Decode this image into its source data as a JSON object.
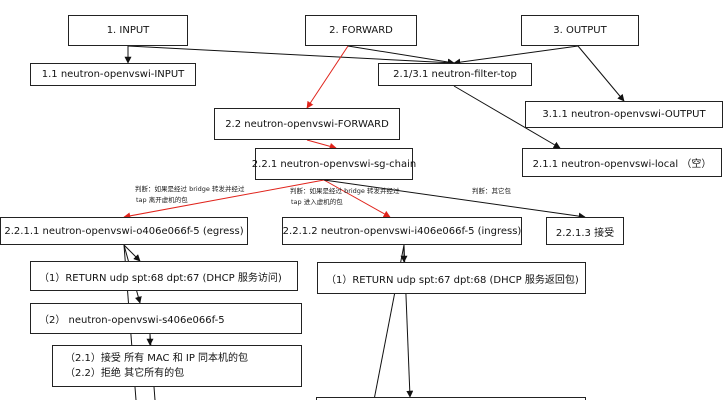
{
  "nodes": {
    "input": "1.   INPUT",
    "forward": "2. FORWARD",
    "output": "3. OUTPUT",
    "n1_1": "1.1 neutron-openvswi-INPUT",
    "n2_1_3_1": "2.1/3.1 neutron-filter-top",
    "n3_1_1": "3.1.1 neutron-openvswi-OUTPUT",
    "n2_2": "2.2 neutron-openvswi-FORWARD",
    "n2_1_1": "2.1.1 neutron-openvswi-local （空）",
    "n2_2_1": "2.2.1 neutron-openvswi-sg-chain",
    "n2_2_1_1": "2.2.1.1 neutron-openvswi-o406e066f-5 (egress)",
    "n2_2_1_2": "2.2.1.2 neutron-openvswi-i406e066f-5 (ingress)",
    "n2_2_1_3": "2.2.1.3  接受",
    "e1": "（1）RETURN udp spt:68 dpt:67 (DHCP 服务访问)",
    "e2": "（2） neutron-openvswi-s406e066f-5",
    "e3_1": "（2.1）接受  所有 MAC 和  IP  同本机的包",
    "e3_2": "（2.2）拒绝  其它所有的包",
    "i1": "（1）RETURN udp spt:67 dpt:68 (DHCP 服务返回包)"
  },
  "notes": {
    "note1_line1": "判断：如果是经过 bridge 转发并经过",
    "note1_line2": "tap 离开虚机的包",
    "note2_line1": "判断：如果是经过 bridge 转发并经过",
    "note2_line2": "tap 进入虚机的包",
    "note3_line1": "判断：其它包"
  },
  "colors": {
    "edge_default": "#111111",
    "edge_highlight": "#e0231b"
  }
}
